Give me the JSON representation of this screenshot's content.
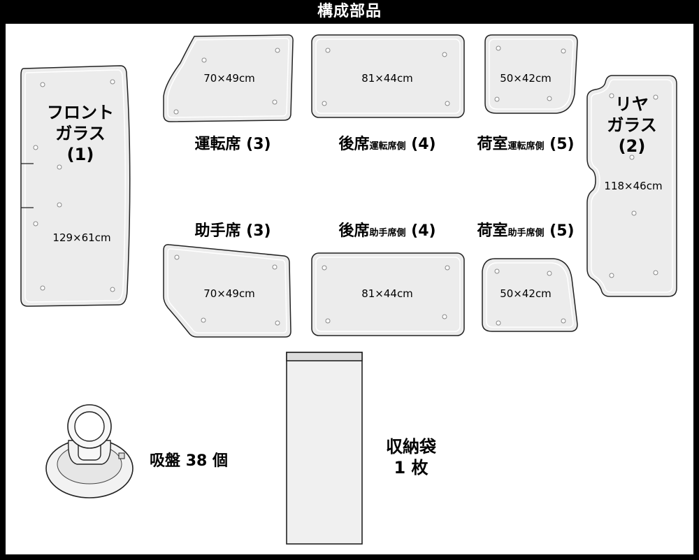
{
  "header": {
    "title": "構成部品"
  },
  "parts": {
    "front": {
      "name_line1": "フロント",
      "name_line2": "ガラス",
      "num": "(1)",
      "size": "129×61cm"
    },
    "rear": {
      "name_line1": "リヤ",
      "name_line2": "ガラス",
      "num": "(2)",
      "size": "118×46cm"
    },
    "driver_seat": {
      "main": "運転席",
      "num": "(3)",
      "size": "70×49cm"
    },
    "passenger_seat": {
      "main": "助手席",
      "num": "(3)",
      "size": "70×49cm"
    },
    "rear_driver": {
      "main": "後席",
      "sub": "運転席側",
      "num": "(4)",
      "size": "81×44cm"
    },
    "rear_passenger": {
      "main": "後席",
      "sub": "助手席側",
      "num": "(4)",
      "size": "81×44cm"
    },
    "cargo_driver": {
      "main": "荷室",
      "sub": "運転席側",
      "num": "(5)",
      "size": "50×42cm"
    },
    "cargo_passenger": {
      "main": "荷室",
      "sub": "助手席側",
      "num": "(5)",
      "size": "50×42cm"
    }
  },
  "accessories": {
    "suction": {
      "label": "吸盤 38 個"
    },
    "bag": {
      "line1": "収納袋",
      "line2": "1 枚"
    }
  },
  "colors": {
    "frame": "#000000",
    "panel": "#ffffff",
    "shade_fill": "#ececec",
    "outline": "#222222"
  }
}
